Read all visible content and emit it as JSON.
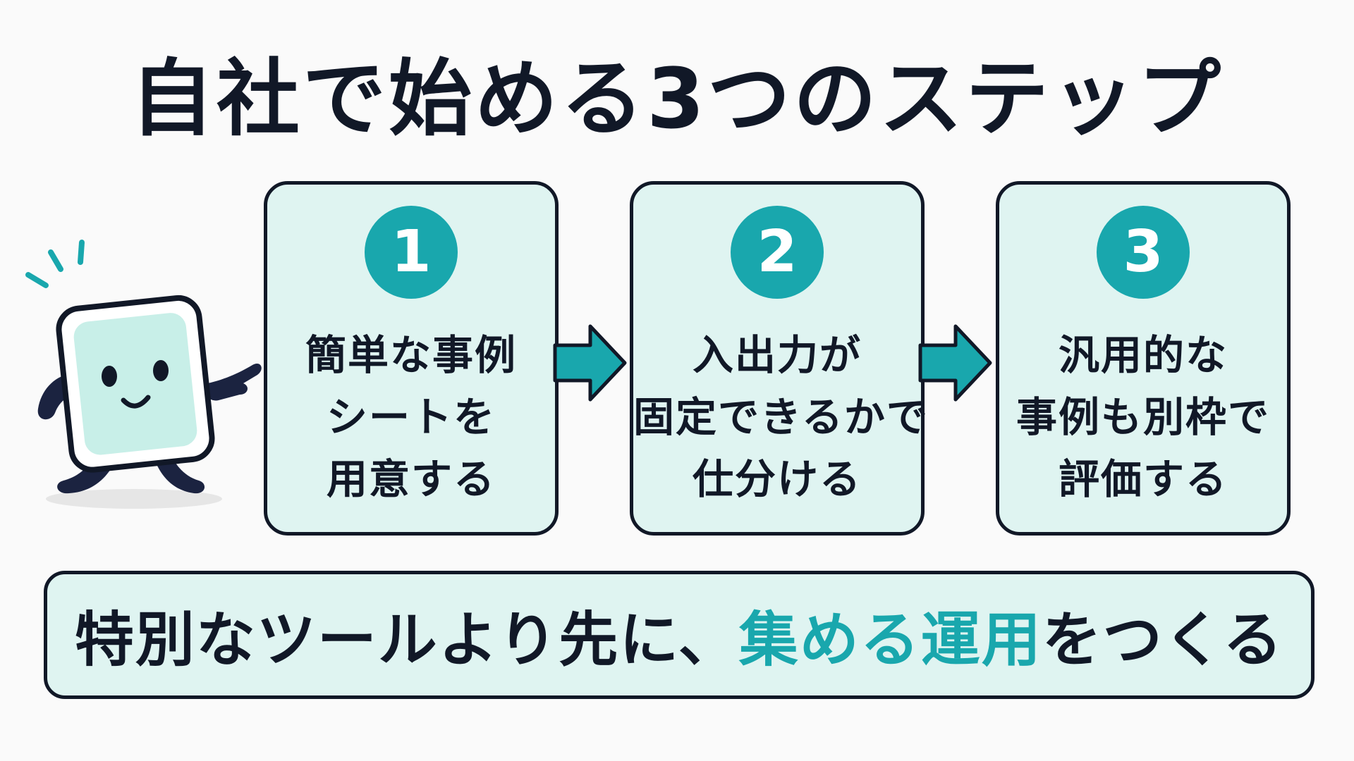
{
  "title": "自社で始める3つのステップ",
  "steps": [
    {
      "number": "1",
      "lines": [
        "簡単な事例",
        "シートを",
        "用意する"
      ]
    },
    {
      "number": "2",
      "lines": [
        "入出力が",
        "固定できるかで",
        "仕分ける"
      ]
    },
    {
      "number": "3",
      "lines": [
        "汎用的な",
        "事例も別枠で",
        "評価する"
      ]
    }
  ],
  "footer": {
    "before": "特別なツールより先に、",
    "highlight": "集める運用",
    "after": "をつくる"
  },
  "colors": {
    "accent": "#19a7ad",
    "box_fill": "#dff4f1",
    "outline": "#111827",
    "mascot_navy": "#1b2340"
  }
}
